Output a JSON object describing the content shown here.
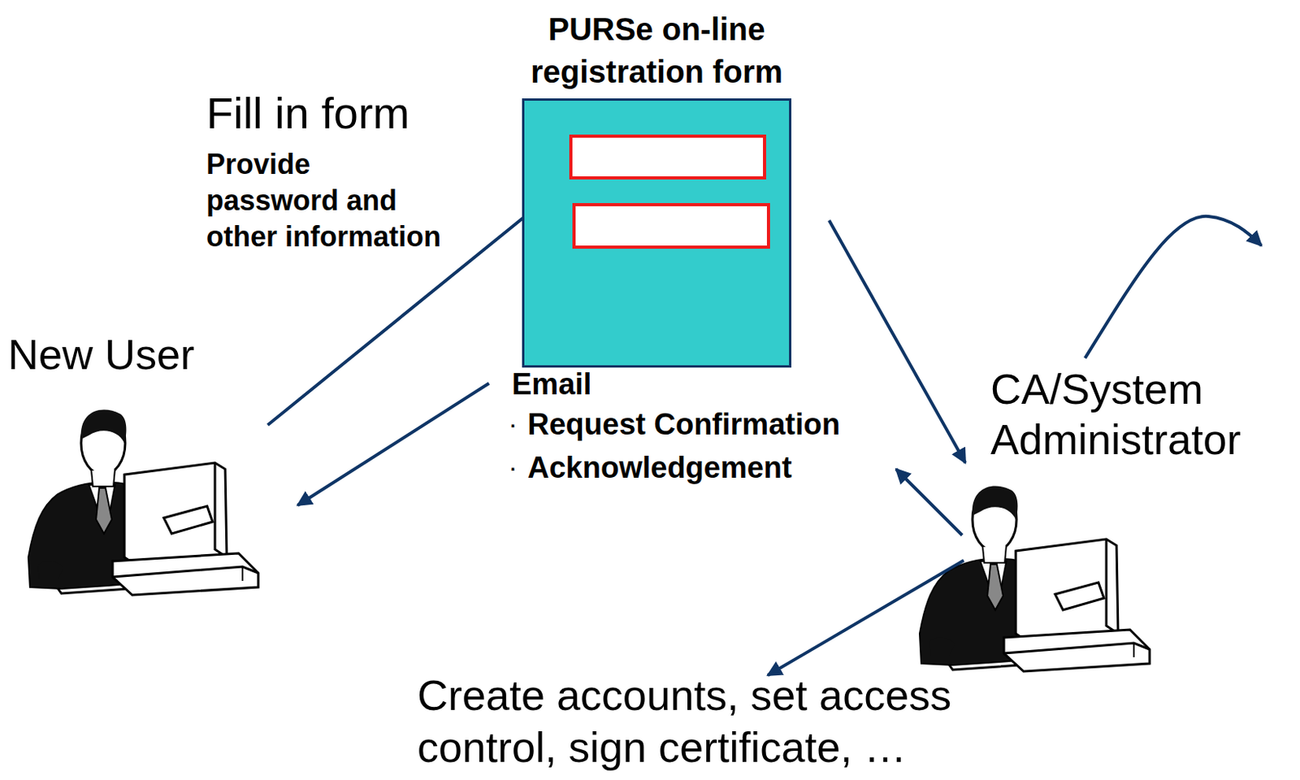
{
  "diagram": {
    "nodes": [
      {
        "text": [
          "PURSe on-line registration form"
        ]
      },
      {
        "text": [
          "New User"
        ]
      },
      {
        "text": [
          "CA/System Administrator"
        ]
      }
    ],
    "edges": [
      {
        "from": 1,
        "to": 0,
        "arrow": "to"
      },
      {
        "from": 0,
        "to": 1,
        "arrow": "to"
      },
      {
        "from": 0,
        "to": 2,
        "arrow": "to"
      }
    ],
    "labels": [
      "Fill in form",
      "Provide password and other information",
      "Email",
      "·",
      "Request Confirmation",
      "·",
      "Acknowledgement",
      "Create accounts, set access control, sign certificate, …"
    ]
  }
}
